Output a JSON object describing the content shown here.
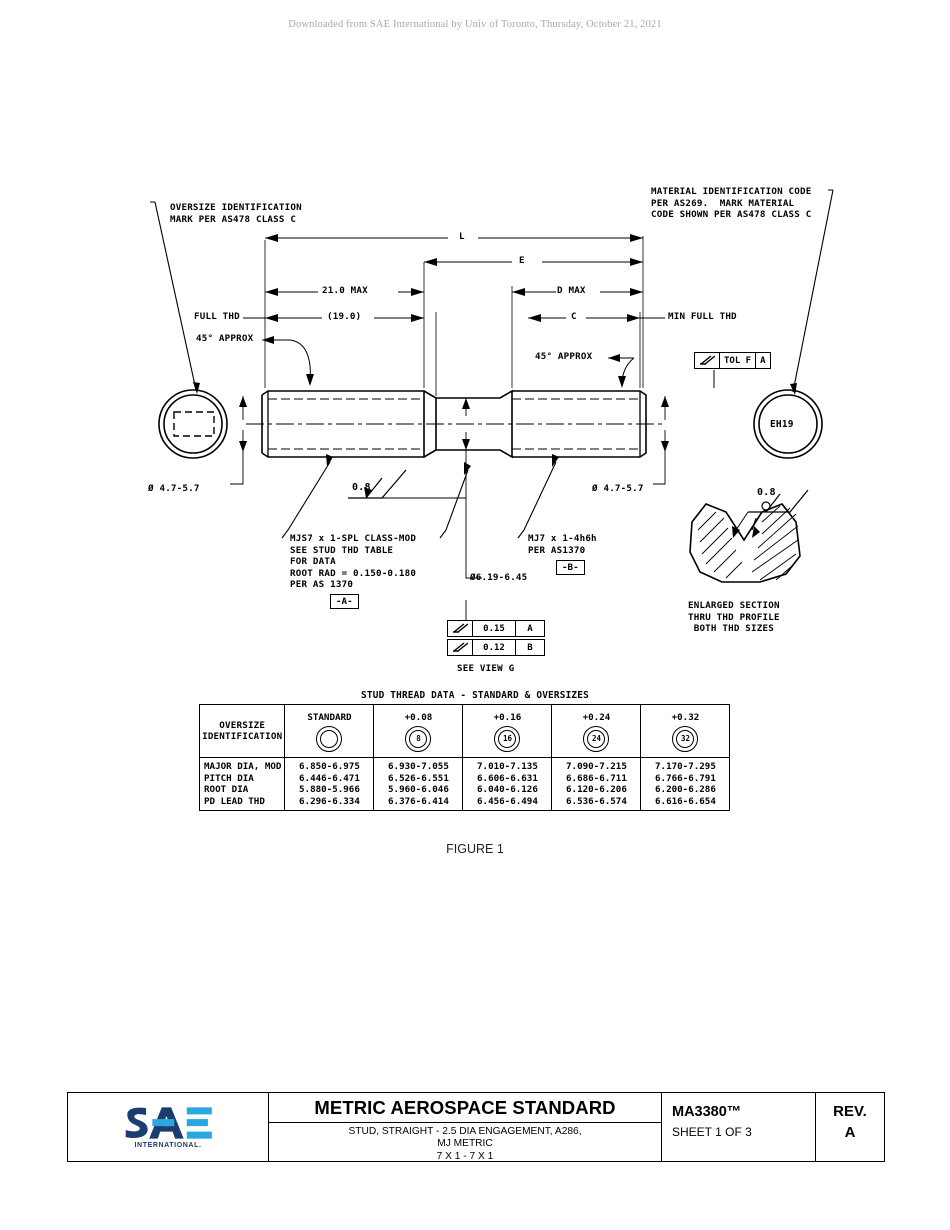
{
  "header": {
    "download_notice": "Downloaded from SAE International by Univ of Toronto, Thursday, October 21, 2021"
  },
  "figure": {
    "caption": "FIGURE 1",
    "callouts": {
      "oversize_id": "OVERSIZE IDENTIFICATION\nMARK PER AS478 CLASS C",
      "material_id": "MATERIAL IDENTIFICATION CODE\nPER AS269.  MARK MATERIAL\nCODE SHOWN PER AS478 CLASS C",
      "full_thd_left": "FULL THD",
      "min_full_thd_right": "MIN FULL THD",
      "angle_left": "45° APPROX",
      "angle_right": "45° APPROX",
      "dia_left": "Ø 4.7-5.7",
      "dia_right": "Ø 4.7-5.7",
      "dia_center": "Ø6.19-6.45",
      "surface_finish_body": "0.8",
      "surface_finish_section": "0.8",
      "material_code_mark": "EH19",
      "see_view_g": "SEE VIEW G",
      "thread_left": "MJS7 x 1-SPL CLASS-MOD\nSEE STUD THD TABLE\nFOR DATA\nROOT RAD = 0.150-0.180\nPER AS 1370",
      "thread_right": "MJ7 x 1-4h6h\nPER AS1370",
      "datum_a": "-A-",
      "datum_b": "-B-",
      "enlarged_section": "ENLARGED SECTION\nTHRU THD PROFILE\nBOTH THD SIZES"
    },
    "dimensions": {
      "L": "L",
      "E": "E",
      "max_21": "21.0 MAX",
      "ref_19": "(19.0)",
      "D_max": "D MAX",
      "C": "C"
    },
    "feature_control_frames": [
      {
        "symbol": "runout-icon",
        "tolerance": "TOL F",
        "datum": "A"
      },
      {
        "symbol": "runout-icon",
        "tolerance": "0.15",
        "datum": "A"
      },
      {
        "symbol": "runout-icon",
        "tolerance": "0.12",
        "datum": "B"
      }
    ]
  },
  "chart_data": {
    "type": "table",
    "title": "STUD THREAD DATA - STANDARD & OVERSIZES",
    "row_header_label": "OVERSIZE\nIDENTIFICATION",
    "columns": [
      {
        "label": "STANDARD",
        "mark": ""
      },
      {
        "label": "+0.08",
        "mark": "8"
      },
      {
        "label": "+0.16",
        "mark": "16"
      },
      {
        "label": "+0.24",
        "mark": "24"
      },
      {
        "label": "+0.32",
        "mark": "32"
      }
    ],
    "rows": [
      {
        "label": "MAJOR DIA, MOD",
        "values": [
          "6.850-6.975",
          "6.930-7.055",
          "7.010-7.135",
          "7.090-7.215",
          "7.170-7.295"
        ]
      },
      {
        "label": "PITCH DIA",
        "values": [
          "6.446-6.471",
          "6.526-6.551",
          "6.606-6.631",
          "6.686-6.711",
          "6.766-6.791"
        ]
      },
      {
        "label": "ROOT DIA",
        "values": [
          "5.880-5.966",
          "5.960-6.046",
          "6.040-6.126",
          "6.120-6.206",
          "6.200-6.286"
        ]
      },
      {
        "label": "PD LEAD THD",
        "values": [
          "6.296-6.334",
          "6.376-6.414",
          "6.456-6.494",
          "6.536-6.574",
          "6.616-6.654"
        ]
      }
    ]
  },
  "title_block": {
    "logo_text": "SAE",
    "logo_sub": "INTERNATIONAL.",
    "standard_type": "METRIC AEROSPACE STANDARD",
    "description": "STUD, STRAIGHT - 2.5 DIA ENGAGEMENT, A286,\nMJ METRIC\n7 X 1 - 7 X 1",
    "doc_number": "MA3380™",
    "sheet": "SHEET 1 OF 3",
    "rev_label": "REV.",
    "rev_value": "A"
  },
  "colors": {
    "logo_dark": "#1b3c6e",
    "logo_light": "#29a8e0",
    "watermark": "#a9a9a9"
  }
}
